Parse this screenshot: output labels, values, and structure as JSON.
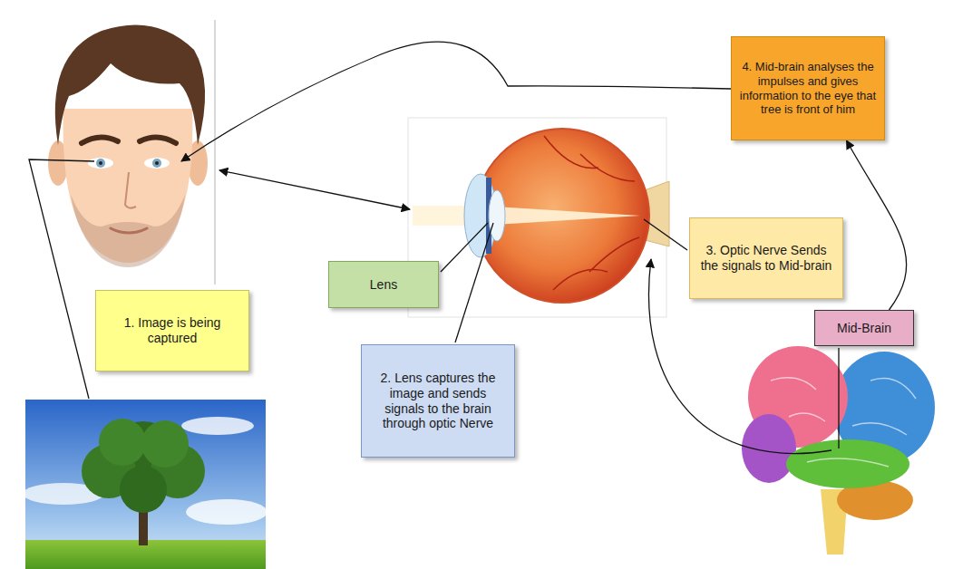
{
  "diagram": {
    "nodes": [
      {
        "text": [
          "1. Image is being captured"
        ]
      },
      {
        "text": [
          "Lens"
        ]
      },
      {
        "text": [
          "2. Lens captures the image and sends signals to the brain through optic Nerve"
        ]
      },
      {
        "text": [
          "3. Optic Nerve Sends the signals to Mid-brain"
        ]
      },
      {
        "text": [
          "4. Mid-brain analyses the impulses and gives information to the eye that tree is front of him"
        ]
      },
      {
        "text": [
          "Mid-Brain"
        ]
      }
    ],
    "edges": [
      {
        "from": 5,
        "to": 4,
        "arrow": "to"
      }
    ]
  }
}
